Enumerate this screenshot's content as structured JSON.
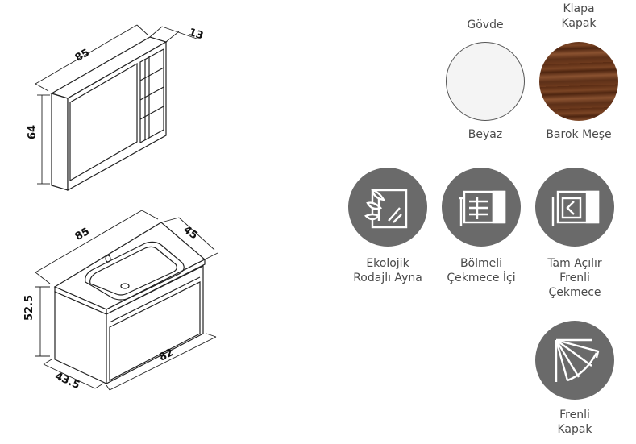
{
  "dimensions": {
    "cabinet_width": "85",
    "cabinet_depth": "13",
    "cabinet_height": "64",
    "sink_width": "85",
    "sink_depth": "45",
    "vanity_height": "52.5",
    "vanity_depth": "43.5",
    "vanity_width": "82"
  },
  "colors": [
    {
      "title": "Gövde",
      "name": "Beyaz",
      "hex": "#f4f4f4"
    },
    {
      "title_lines": [
        "Klapa",
        "Kapak"
      ],
      "name": "Barok Meşe",
      "hex": "#6b3a20"
    }
  ],
  "features": [
    {
      "icon": "eco-mirror-icon",
      "lines": [
        "Ekolojik",
        "Rodajlı Ayna"
      ]
    },
    {
      "icon": "divided-drawer-icon",
      "lines": [
        "Bölmeli",
        "Çekmece İçi"
      ]
    },
    {
      "icon": "soft-close-drawer-icon",
      "lines": [
        "Tam Açılır",
        "Frenli",
        "Çekmece"
      ]
    },
    {
      "icon": "soft-close-door-icon",
      "lines": [
        "Frenli",
        "Kapak"
      ]
    }
  ]
}
